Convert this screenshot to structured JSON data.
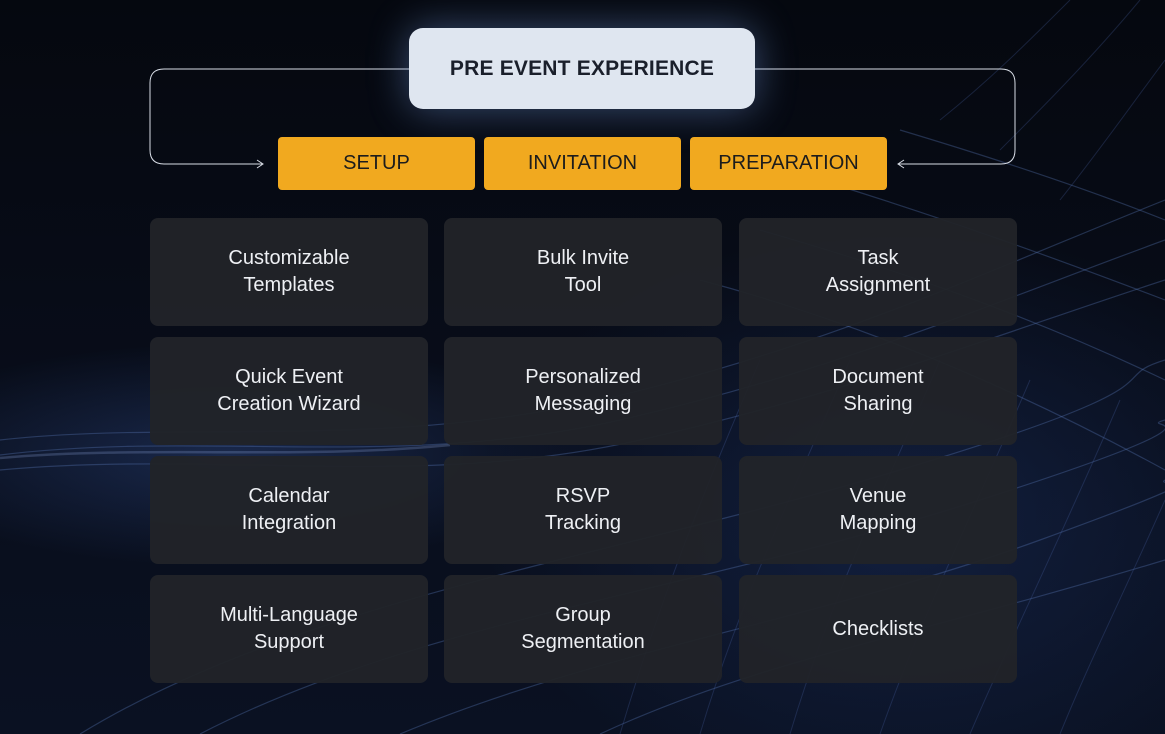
{
  "header": {
    "title": "PRE EVENT EXPERIENCE"
  },
  "tabs": [
    {
      "label": "SETUP"
    },
    {
      "label": "INVITATION"
    },
    {
      "label": "PREPARATION"
    }
  ],
  "columns": [
    {
      "items": [
        {
          "label": "Customizable\nTemplates"
        },
        {
          "label": "Quick Event\nCreation Wizard"
        },
        {
          "label": "Calendar\nIntegration"
        },
        {
          "label": "Multi-Language\nSupport"
        }
      ]
    },
    {
      "items": [
        {
          "label": "Bulk Invite\nTool"
        },
        {
          "label": "Personalized\nMessaging"
        },
        {
          "label": "RSVP\nTracking"
        },
        {
          "label": "Group\nSegmentation"
        }
      ]
    },
    {
      "items": [
        {
          "label": "Task\nAssignment"
        },
        {
          "label": "Document\nSharing"
        },
        {
          "label": "Venue\nMapping"
        },
        {
          "label": "Checklists"
        }
      ]
    }
  ],
  "colors": {
    "background": "#070b14",
    "header_fill": "#dfe6f0",
    "tab_fill": "#f1a91f",
    "card_fill": "#212329",
    "card_text": "#eef0f4",
    "connector": "#d8dde6"
  }
}
